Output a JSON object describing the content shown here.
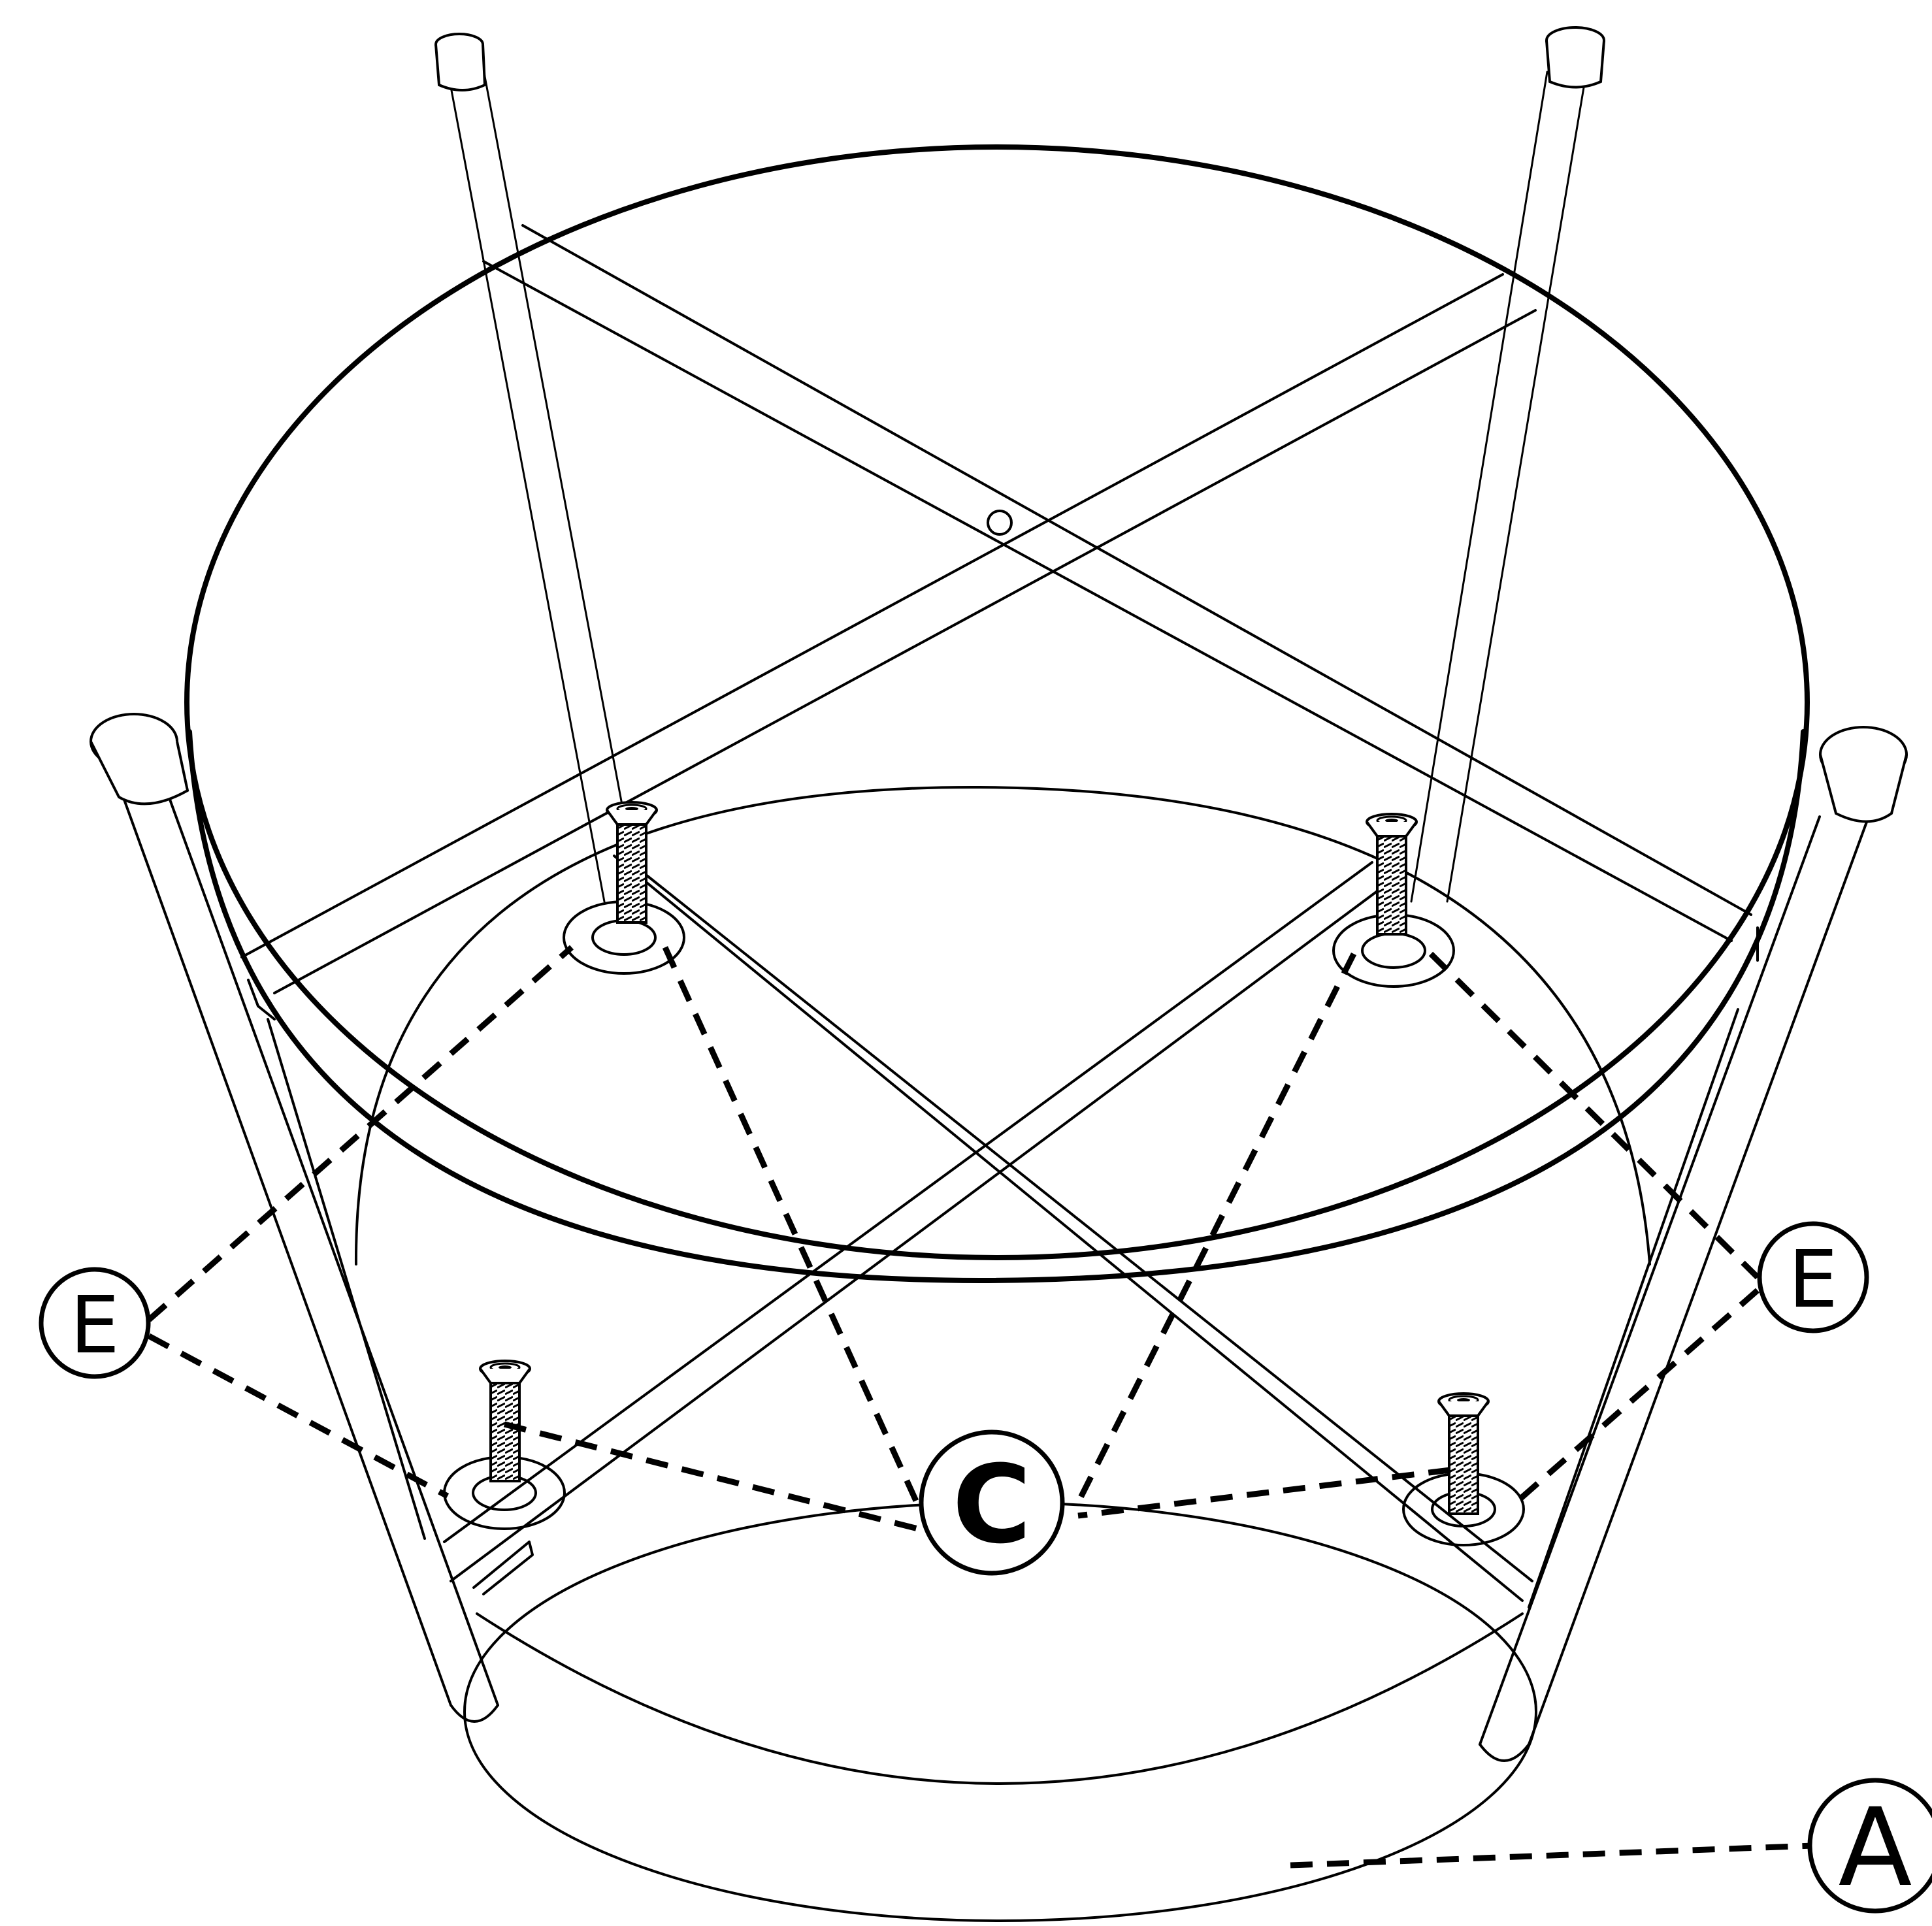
{
  "callouts": {
    "e_left": "E",
    "e_right": "E",
    "c_center": "C",
    "a_bottom": "A"
  }
}
